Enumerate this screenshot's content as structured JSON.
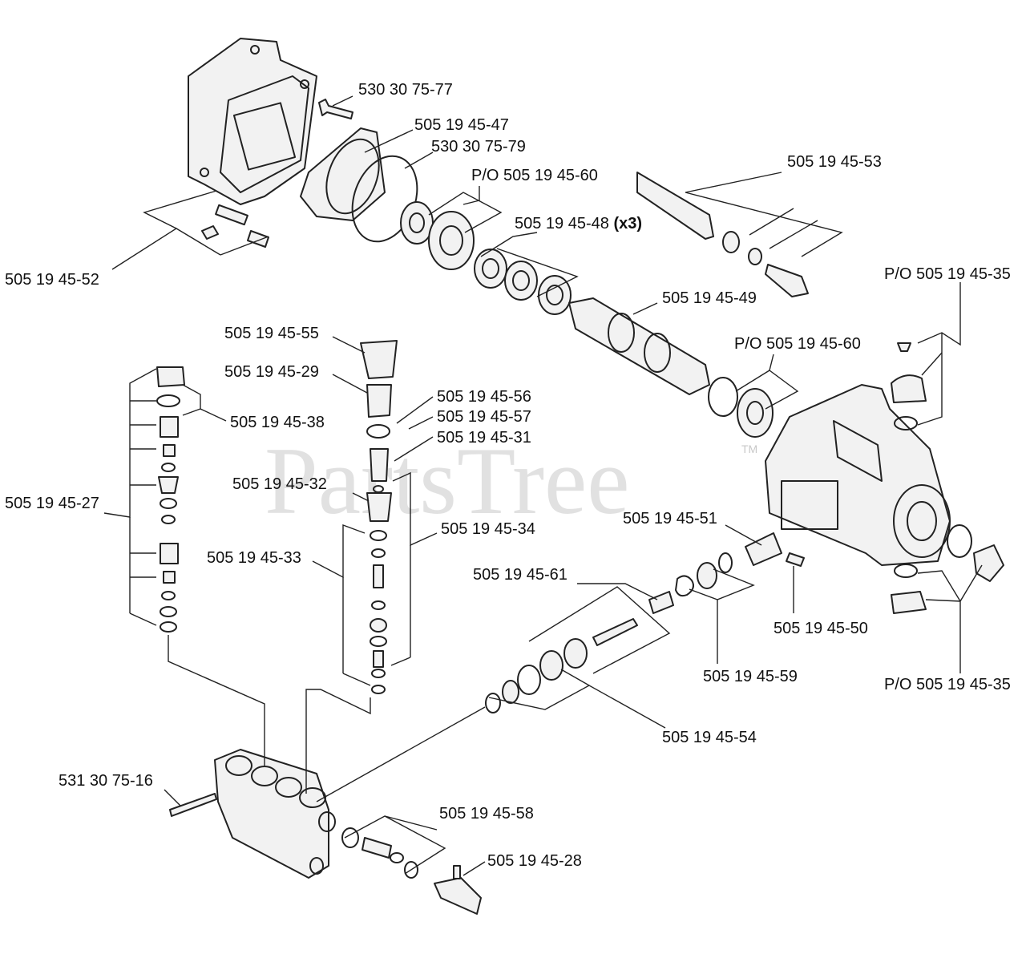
{
  "watermark": {
    "text": "PartsTree",
    "trademark": "TM"
  },
  "callouts": [
    {
      "id": "c1",
      "text": "530 30 75-77"
    },
    {
      "id": "c2",
      "text": "505 19 45-47"
    },
    {
      "id": "c3",
      "text": "530 30 75-79"
    },
    {
      "id": "c4",
      "text": "P/O 505 19 45-60"
    },
    {
      "id": "c5",
      "text": "505 19 45-48 ",
      "bold_suffix": "(x3)"
    },
    {
      "id": "c6",
      "text": "505 19 45-53"
    },
    {
      "id": "c7",
      "text": "505 19 45-52"
    },
    {
      "id": "c8",
      "text": "P/O 505 19 45-35"
    },
    {
      "id": "c9",
      "text": "505 19 45-49"
    },
    {
      "id": "c10",
      "text": "505 19 45-55"
    },
    {
      "id": "c11",
      "text": "505 19 45-29"
    },
    {
      "id": "c12",
      "text": "P/O 505 19 45-60"
    },
    {
      "id": "c13",
      "text": "505 19 45-56"
    },
    {
      "id": "c14",
      "text": "505 19 45-57"
    },
    {
      "id": "c15",
      "text": "505 19 45-38"
    },
    {
      "id": "c16",
      "text": "505 19 45-31"
    },
    {
      "id": "c17",
      "text": "505 19 45-32"
    },
    {
      "id": "c18",
      "text": "505 19 45-27"
    },
    {
      "id": "c19",
      "text": "505 19 45-51"
    },
    {
      "id": "c20",
      "text": "505 19 45-34"
    },
    {
      "id": "c21",
      "text": "505 19 45-33"
    },
    {
      "id": "c22",
      "text": "505 19 45-61"
    },
    {
      "id": "c23",
      "text": "505 19 45-50"
    },
    {
      "id": "c24",
      "text": "505 19 45-59"
    },
    {
      "id": "c25",
      "text": "P/O 505 19 45-35"
    },
    {
      "id": "c26",
      "text": "505 19 45-54"
    },
    {
      "id": "c27",
      "text": "531 30 75-16"
    },
    {
      "id": "c28",
      "text": "505 19 45-58"
    },
    {
      "id": "c29",
      "text": "505 19 45-28"
    }
  ]
}
